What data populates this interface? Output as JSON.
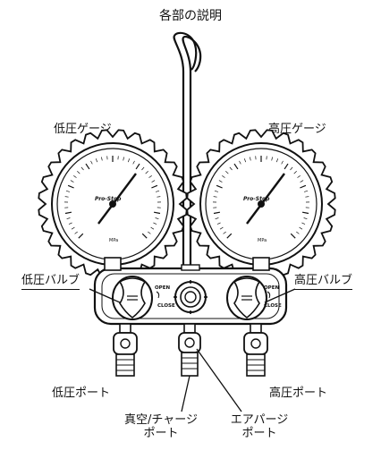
{
  "title": "各部の説明",
  "labels": {
    "low_gauge": "低圧ゲージ",
    "high_gauge": "高圧ゲージ",
    "low_valve": "低圧バルブ",
    "high_valve": "高圧バルブ",
    "low_port": "低圧ポート",
    "high_port": "高圧ポート",
    "vacuum_charge_port": [
      "真空/チャージ",
      "ポート"
    ],
    "air_purge_port": [
      "エアパージ",
      "ポート"
    ]
  },
  "gauge_text": {
    "brand": "Pro-Stop",
    "unit": "MPa"
  },
  "valve_marks": {
    "open": "OPEN",
    "close": "CLOSE"
  }
}
